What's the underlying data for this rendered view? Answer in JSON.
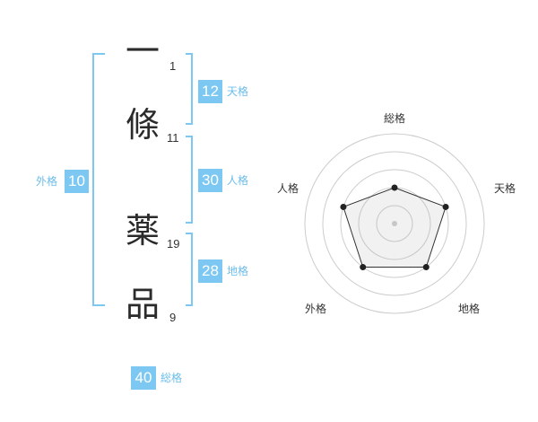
{
  "name": {
    "chars": [
      {
        "char": "一",
        "strokes": "1"
      },
      {
        "char": "條",
        "strokes": "11"
      },
      {
        "char": "薬",
        "strokes": "19"
      },
      {
        "char": "品",
        "strokes": "9"
      }
    ]
  },
  "scores": {
    "tenkaku": {
      "value": "12",
      "label": "天格"
    },
    "jinkaku": {
      "value": "30",
      "label": "人格"
    },
    "chikaku": {
      "value": "28",
      "label": "地格"
    },
    "gaikaku": {
      "value": "10",
      "label": "外格"
    },
    "soukaku": {
      "value": "40",
      "label": "総格"
    }
  },
  "radar": {
    "axes": [
      "総格",
      "天格",
      "地格",
      "外格",
      "人格"
    ],
    "levels": [
      2,
      3,
      3,
      3,
      3
    ],
    "max": 5
  },
  "colors": {
    "accent": "#7cc8f2",
    "bracket": "#7cc8f2",
    "ring": "#cccccc",
    "marker": "#222222"
  }
}
